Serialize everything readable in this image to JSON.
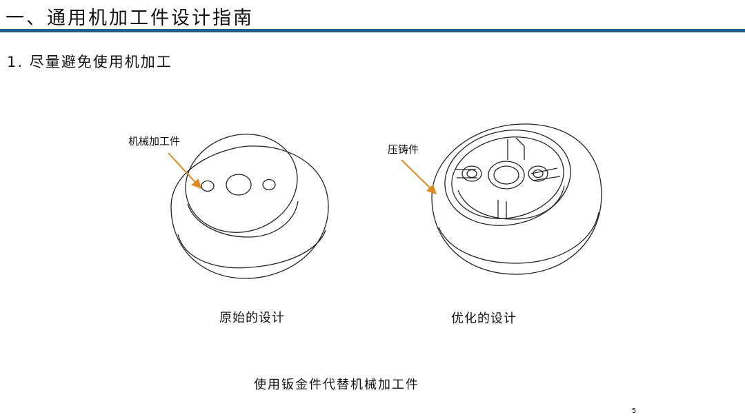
{
  "header": {
    "title": "一、通用机加工件设计指南"
  },
  "section": {
    "subtitle": "1. 尽量避免使用机加工"
  },
  "figures": [
    {
      "label": "机械加工件",
      "caption": "原始的设计"
    },
    {
      "label": "压铸件",
      "caption": "优化的设计"
    }
  ],
  "footer": {
    "caption": "使用钣金件代替机械加工件",
    "page_number": "5"
  },
  "colors": {
    "title_rule": "#1d5f8a",
    "arrow": "#e08a1c",
    "line": "#222222"
  }
}
